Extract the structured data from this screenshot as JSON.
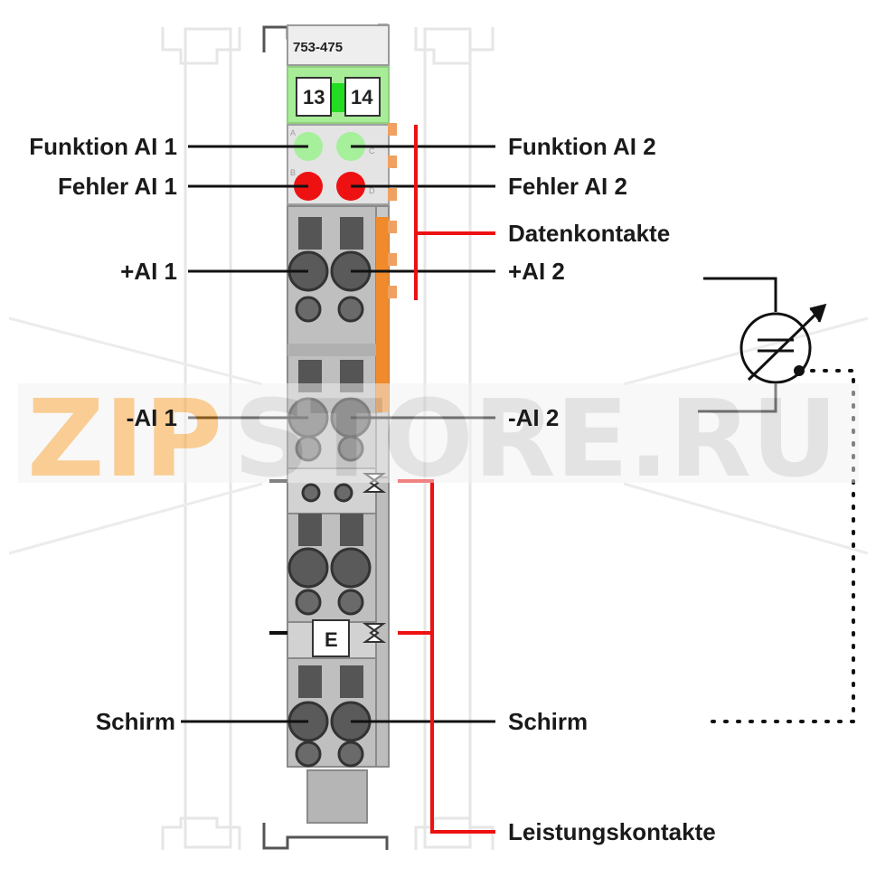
{
  "module": {
    "part_number": "753-475",
    "terminal_numbers": [
      "13",
      "14"
    ],
    "led_letters": [
      "A",
      "B",
      "C",
      "D"
    ],
    "marker": "E"
  },
  "labels": {
    "funktion_ai1": "Funktion AI 1",
    "fehler_ai1": "Fehler AI 1",
    "plus_ai1": "+AI 1",
    "minus_ai1": "-AI 1",
    "schirm_left": "Schirm",
    "funktion_ai2": "Funktion AI 2",
    "fehler_ai2": "Fehler AI 2",
    "datenkontakte": "Datenkontakte",
    "plus_ai2": "+AI 2",
    "minus_ai2": "-AI 2",
    "schirm_right": "Schirm",
    "leistungskontakte": "Leistungskontakte"
  },
  "watermark": {
    "orange_part": "ZIP",
    "gray_part": "STORE.RU"
  },
  "colors": {
    "led_green": "#a6ef9b",
    "led_red": "#ee1111",
    "module_gray": "#bfbfbf",
    "accent_red": "#ee1111",
    "orange_contact": "#f08a2a",
    "label_band": "#a7ec96"
  }
}
